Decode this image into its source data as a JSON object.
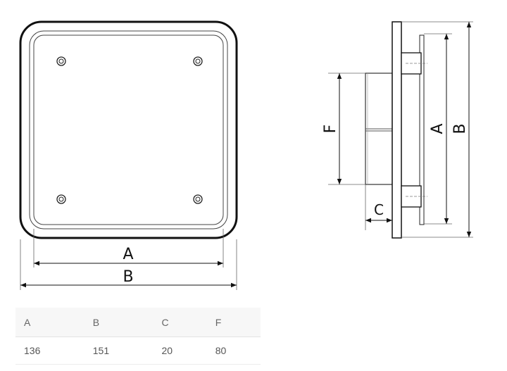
{
  "front_view": {
    "dim_inner_label": "A",
    "dim_outer_label": "B"
  },
  "side_view": {
    "dim_height_label": "F",
    "dim_depth_label": "C",
    "dim_inner_label": "A",
    "dim_outer_label": "B"
  },
  "spec_table": {
    "headers": [
      "A",
      "B",
      "C",
      "F"
    ],
    "values": [
      "136",
      "151",
      "20",
      "80"
    ]
  }
}
